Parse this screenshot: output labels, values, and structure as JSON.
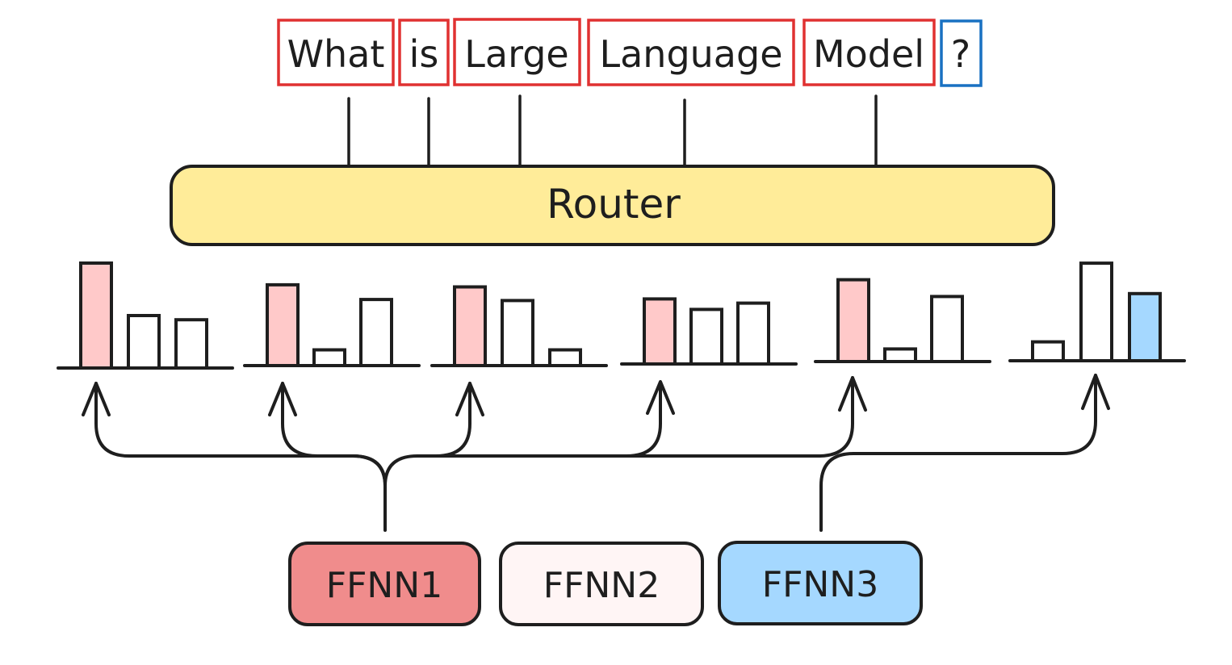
{
  "tokens": [
    {
      "label": "What",
      "kind": "routed"
    },
    {
      "label": "is",
      "kind": "routed"
    },
    {
      "label": "Large",
      "kind": "routed"
    },
    {
      "label": "Language",
      "kind": "routed"
    },
    {
      "label": "Model",
      "kind": "routed"
    },
    {
      "label": "?",
      "kind": "question"
    }
  ],
  "router": {
    "label": "Router"
  },
  "experts": [
    {
      "label": "FFNN1",
      "color": "#f08c8c"
    },
    {
      "label": "FFNN2",
      "color": "#fff5f5"
    },
    {
      "label": "FFNN3",
      "color": "#a5d8ff"
    }
  ],
  "distributions": [
    {
      "token": "What",
      "selected": "FFNN1",
      "values": [
        1.0,
        0.5,
        0.46
      ]
    },
    {
      "token": "is",
      "selected": "FFNN1",
      "values": [
        0.77,
        0.15,
        0.63
      ]
    },
    {
      "token": "Large",
      "selected": "FFNN1",
      "values": [
        0.75,
        0.62,
        0.15
      ]
    },
    {
      "token": "Language",
      "selected": "FFNN1",
      "values": [
        0.62,
        0.52,
        0.58
      ]
    },
    {
      "token": "Model",
      "selected": "FFNN1",
      "values": [
        0.78,
        0.12,
        0.62
      ]
    },
    {
      "token": "?",
      "selected": "FFNN3",
      "values": [
        0.18,
        0.93,
        0.64
      ]
    }
  ],
  "colors": {
    "stroke": "#1e1e1e",
    "routed_token_border": "#e03131",
    "question_token_border": "#1971c2",
    "router_fill": "#ffec99",
    "selected_ffnn1_bar": "#ffc9c9",
    "selected_ffnn3_bar": "#a5d8ff",
    "unselected_bar": "#ffffff"
  }
}
